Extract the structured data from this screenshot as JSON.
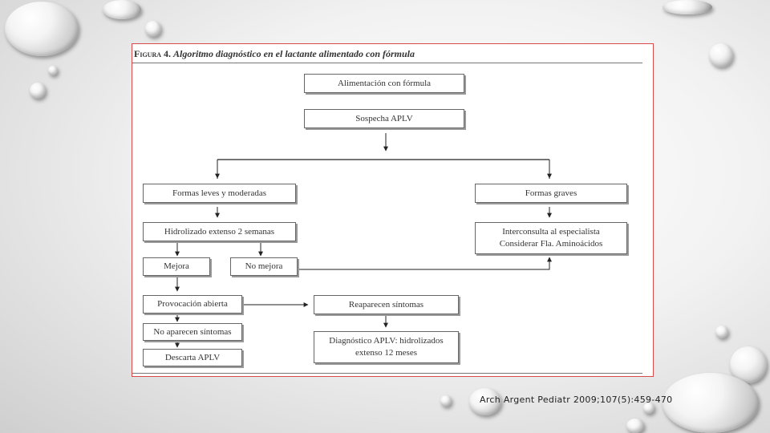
{
  "figure": {
    "label": "Figura 4.",
    "title": "Algoritmo diagnóstico en el lactante alimentado con fórmula"
  },
  "nodes": {
    "formula_feeding": "Alimentación con fórmula",
    "suspected_aplv": "Sospecha APLV",
    "mild_moderate": "Formas leves y moderadas",
    "severe": "Formas graves",
    "extensive_hydrolysate": "Hidrolizado extenso 2 semanas",
    "specialist_line1": "Interconsulta al especialista",
    "specialist_line2": "Considerar Fla. Aminoácidos",
    "improves": "Mejora",
    "no_improvement": "No mejora",
    "open_challenge": "Provocación abierta",
    "symptoms_reappear": "Reaparecen síntomas",
    "no_symptoms": "No aparecen síntomas",
    "rule_out": "Descarta APLV",
    "diagnosis_line1": "Diagnóstico APLV: hidrolizados",
    "diagnosis_line2": "extenso 12 meses"
  },
  "citation": "Arch Argent Pediatr 2009;107(5):459-470",
  "colors": {
    "frame_border": "#d94a4a",
    "box_border": "#666666",
    "text": "#333333"
  }
}
